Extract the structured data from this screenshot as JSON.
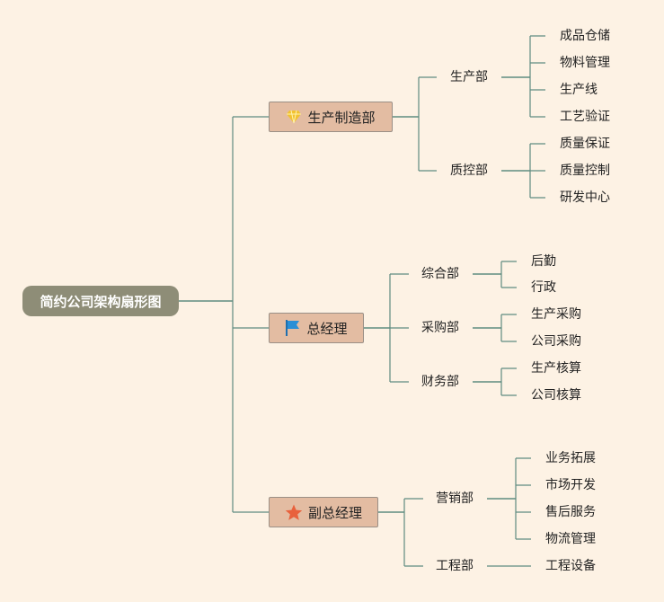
{
  "root": "简约公司架构扇形图",
  "branches": [
    {
      "label": "生产制造部",
      "icon": "gem-icon",
      "icon_color": "#f2c230",
      "departments": [
        {
          "label": "生产部",
          "items": [
            "成品仓储",
            "物料管理",
            "生产线",
            "工艺验证"
          ]
        },
        {
          "label": "质控部",
          "items": [
            "质量保证",
            "质量控制",
            "研发中心"
          ]
        }
      ]
    },
    {
      "label": "总经理",
      "icon": "flag-icon",
      "icon_color": "#2a8fd6",
      "departments": [
        {
          "label": "综合部",
          "items": [
            "后勤",
            "行政"
          ]
        },
        {
          "label": "采购部",
          "items": [
            "生产采购",
            "公司采购"
          ]
        },
        {
          "label": "财务部",
          "items": [
            "生产核算",
            "公司核算"
          ]
        }
      ]
    },
    {
      "label": "副总经理",
      "icon": "star-icon",
      "icon_color": "#e8613c",
      "departments": [
        {
          "label": "营销部",
          "items": [
            "业务拓展",
            "市场开发",
            "售后服务",
            "物流管理"
          ]
        },
        {
          "label": "工程部",
          "items": [
            "工程设备"
          ]
        }
      ]
    }
  ],
  "colors": {
    "background": "#fdf2e4",
    "line": "#5f8c80",
    "root_fill": "#8e8d77",
    "branch_fill": "#e3bca2"
  }
}
